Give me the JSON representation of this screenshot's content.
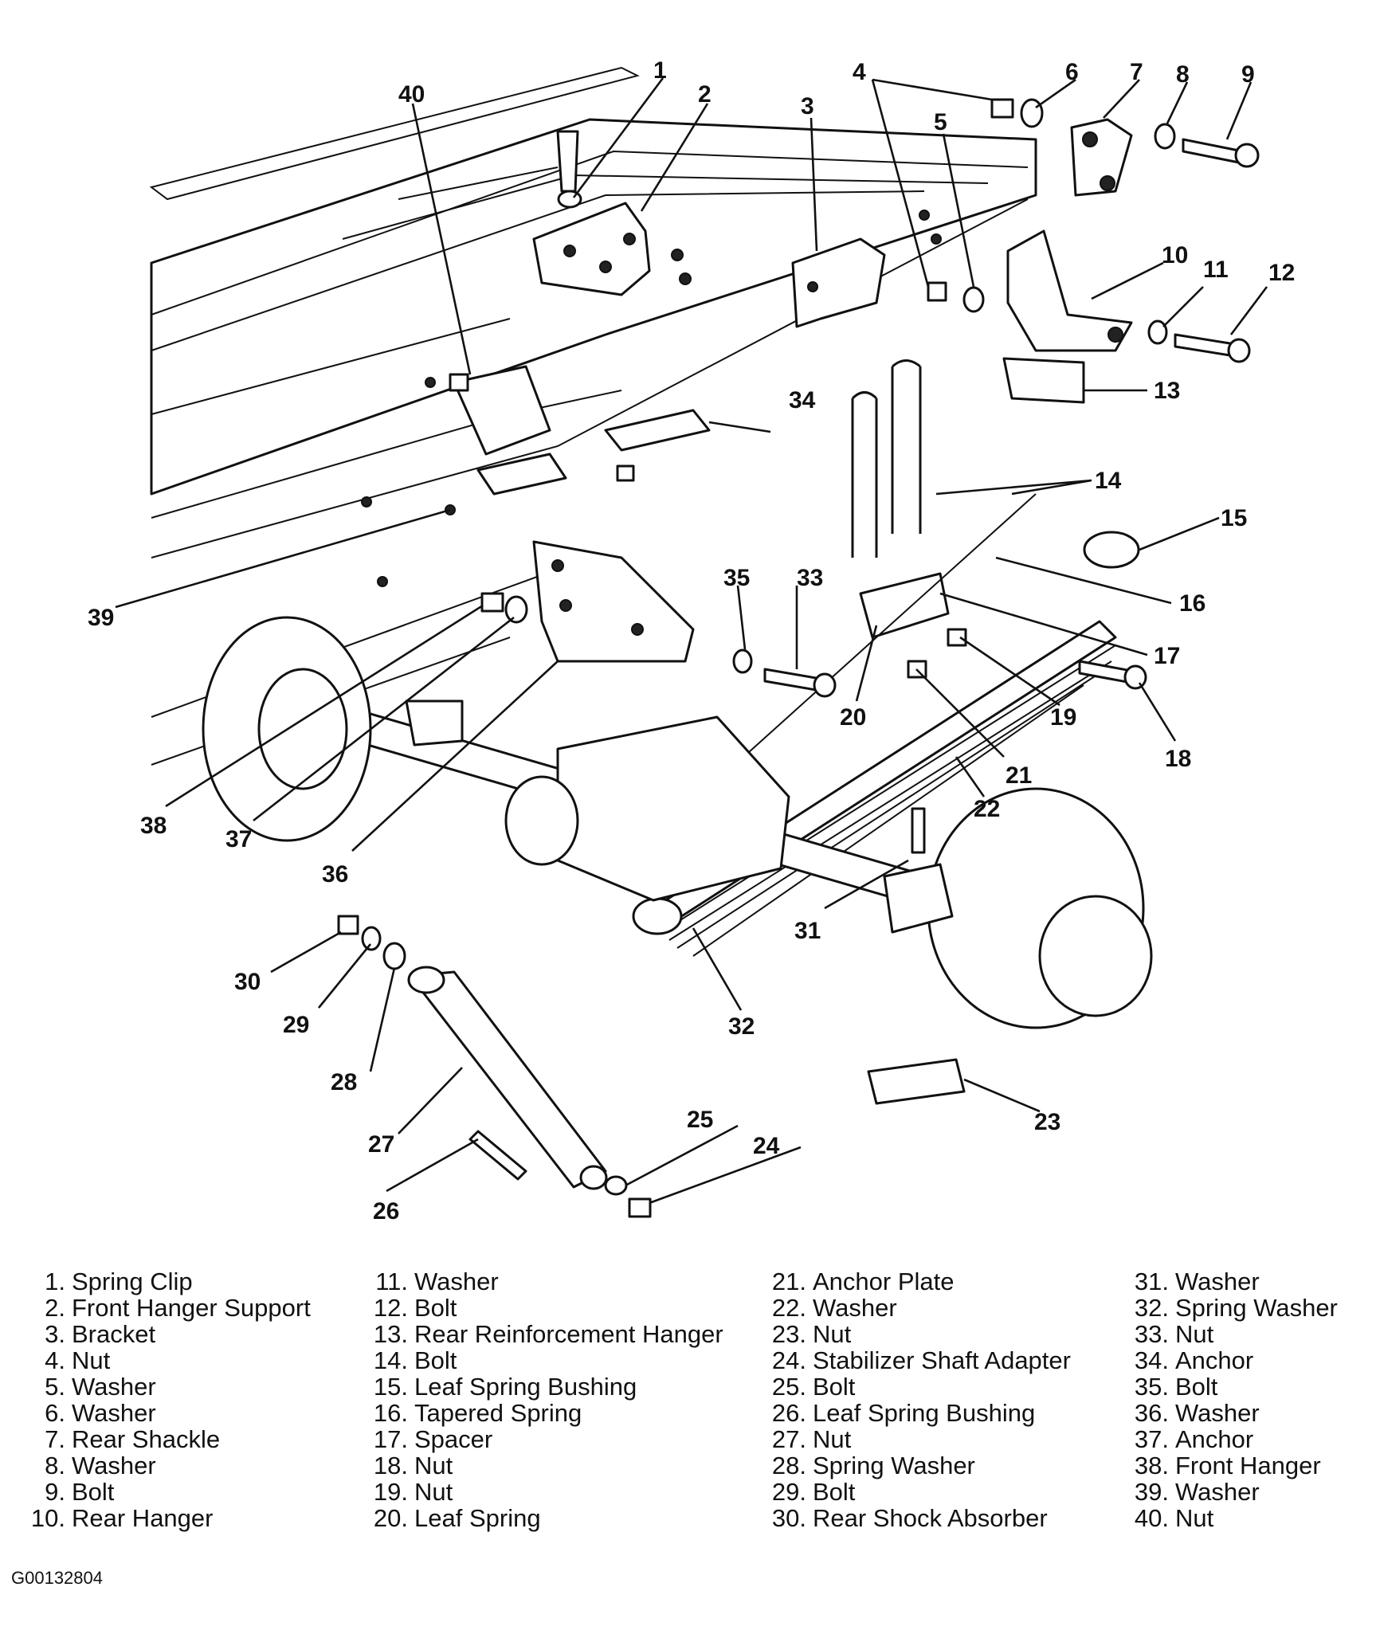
{
  "callouts": [
    "1",
    "2",
    "3",
    "4",
    "5",
    "6",
    "7",
    "8",
    "9",
    "10",
    "11",
    "12",
    "13",
    "14",
    "15",
    "16",
    "17",
    "18",
    "19",
    "20",
    "21",
    "22",
    "23",
    "24",
    "25",
    "26",
    "27",
    "28",
    "29",
    "30",
    "31",
    "32",
    "33",
    "34",
    "35",
    "36",
    "37",
    "38",
    "39",
    "40"
  ],
  "legend": {
    "columns": [
      [
        {
          "num": "1.",
          "name": "Spring Clip"
        },
        {
          "num": "2.",
          "name": "Front Hanger Support"
        },
        {
          "num": "3.",
          "name": "Bracket"
        },
        {
          "num": "4.",
          "name": "Nut"
        },
        {
          "num": "5.",
          "name": "Washer"
        },
        {
          "num": "6.",
          "name": "Washer"
        },
        {
          "num": "7.",
          "name": "Rear Shackle"
        },
        {
          "num": "8.",
          "name": "Washer"
        },
        {
          "num": "9.",
          "name": "Bolt"
        },
        {
          "num": "10.",
          "name": "Rear Hanger"
        }
      ],
      [
        {
          "num": "11.",
          "name": "Washer"
        },
        {
          "num": "12.",
          "name": "Bolt"
        },
        {
          "num": "13.",
          "name": "Rear Reinforcement Hanger"
        },
        {
          "num": "14.",
          "name": "Bolt"
        },
        {
          "num": "15.",
          "name": "Leaf Spring Bushing"
        },
        {
          "num": "16.",
          "name": "Tapered Spring"
        },
        {
          "num": "17.",
          "name": "Spacer"
        },
        {
          "num": "18.",
          "name": "Nut"
        },
        {
          "num": "19.",
          "name": "Nut"
        },
        {
          "num": "20.",
          "name": "Leaf Spring"
        }
      ],
      [
        {
          "num": "21.",
          "name": "Anchor Plate"
        },
        {
          "num": "22.",
          "name": "Washer"
        },
        {
          "num": "23.",
          "name": "Nut"
        },
        {
          "num": "24.",
          "name": "Stabilizer Shaft Adapter"
        },
        {
          "num": "25.",
          "name": "Bolt"
        },
        {
          "num": "26.",
          "name": "Leaf Spring Bushing"
        },
        {
          "num": "27.",
          "name": "Nut"
        },
        {
          "num": "28.",
          "name": "Spring Washer"
        },
        {
          "num": "29.",
          "name": "Bolt"
        },
        {
          "num": "30.",
          "name": "Rear Shock Absorber"
        }
      ],
      [
        {
          "num": "31.",
          "name": "Washer"
        },
        {
          "num": "32.",
          "name": "Spring Washer"
        },
        {
          "num": "33.",
          "name": "Nut"
        },
        {
          "num": "34.",
          "name": "Anchor"
        },
        {
          "num": "35.",
          "name": "Bolt"
        },
        {
          "num": "36.",
          "name": "Washer"
        },
        {
          "num": "37.",
          "name": "Anchor"
        },
        {
          "num": "38.",
          "name": "Front Hanger"
        },
        {
          "num": "39.",
          "name": "Washer"
        },
        {
          "num": "40.",
          "name": "Nut"
        }
      ]
    ]
  },
  "figure_id": "G00132804"
}
